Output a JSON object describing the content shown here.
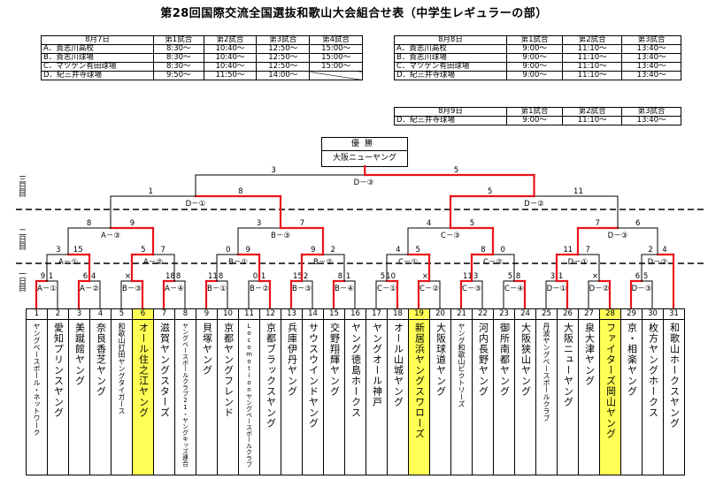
{
  "title": "第28回国際交流全国選抜和歌山大会組合せ表（中学生レギュラーの部）",
  "schedule_aug7": {
    "header": [
      "8月7日",
      "第1試合",
      "第2試合",
      "第3試合",
      "第4試合"
    ],
    "rows": [
      [
        "A．貴志川高校",
        "8:30～",
        "10:40～",
        "12:50～",
        "15:00～"
      ],
      [
        "B．貴志川球場",
        "8:30～",
        "10:40～",
        "12:50～",
        "15:00～"
      ],
      [
        "C．マツゲン有田球場",
        "8:30～",
        "10:40～",
        "12:50～",
        "15:00～"
      ],
      [
        "D．紀三井寺球場",
        "9:50～",
        "11:50～",
        "14:00～",
        ""
      ]
    ]
  },
  "schedule_aug8": {
    "header": [
      "8月8日",
      "第1試合",
      "第2試合",
      "第3試合"
    ],
    "rows": [
      [
        "A．貴志川高校",
        "9:00～",
        "11:10～",
        "13:40～"
      ],
      [
        "B．貴志川球場",
        "9:00～",
        "11:10～",
        "13:40～"
      ],
      [
        "C．マツゲン有田球場",
        "9:00～",
        "11:10～",
        "13:40～"
      ],
      [
        "D．紀三井寺球場",
        "9:00～",
        "11:10～",
        "13:40～"
      ]
    ]
  },
  "schedule_aug9": {
    "header": [
      "8月9日",
      "第1試合",
      "第2試合",
      "第3試合"
    ],
    "rows": [
      [
        "D．紀三井寺球場",
        "9:00～",
        "11:10～",
        "13:40～"
      ]
    ]
  },
  "champion": {
    "label": "優勝",
    "team": "大阪ニューヤング"
  },
  "day_labels": [
    "三日目",
    "二日目",
    "一日目"
  ],
  "teams": [
    {
      "num": "1",
      "name": "ヤングベースボール・ネットワーク"
    },
    {
      "num": "2",
      "name": "愛知プリンスヤング"
    },
    {
      "num": "3",
      "name": "美蹴館ヤング"
    },
    {
      "num": "4",
      "name": "奈良香芝ヤング"
    },
    {
      "num": "5",
      "name": "和歌山打田ヤングタイガース"
    },
    {
      "num": "6",
      "name": "オール住之江ヤング",
      "highlight": true
    },
    {
      "num": "7",
      "name": "滋賀ヤングスターズ"
    },
    {
      "num": "8",
      "name": "ヤングベースボールクラブ21・ヤングキッズ連合"
    },
    {
      "num": "9",
      "name": "貝塚ヤング"
    },
    {
      "num": "10",
      "name": "京都ヤングフレンド"
    },
    {
      "num": "11",
      "name": "Locomotionヤングベースボールクラブ"
    },
    {
      "num": "12",
      "name": "京都ブラックスヤング"
    },
    {
      "num": "13",
      "name": "兵庫伊丹ヤング"
    },
    {
      "num": "14",
      "name": "サウスウインドヤング"
    },
    {
      "num": "15",
      "name": "交野翔輝ヤング"
    },
    {
      "num": "16",
      "name": "ヤング徳島ホークス"
    },
    {
      "num": "17",
      "name": "ヤングオール神戸"
    },
    {
      "num": "18",
      "name": "オール山城ヤング"
    },
    {
      "num": "19",
      "name": "新居浜ヤングスワローズ",
      "highlight": true
    },
    {
      "num": "20",
      "name": "大阪球道ヤング"
    },
    {
      "num": "21",
      "name": "ヤング和歌山ビクトリーズ"
    },
    {
      "num": "22",
      "name": "河内長野ヤング"
    },
    {
      "num": "23",
      "name": "御所南都ヤング"
    },
    {
      "num": "24",
      "name": "大阪狭山ヤング"
    },
    {
      "num": "25",
      "name": "丹波ヤングベースボールクラブ"
    },
    {
      "num": "26",
      "name": "大阪ニューヤング"
    },
    {
      "num": "27",
      "name": "泉大津ヤング"
    },
    {
      "num": "28",
      "name": "ファイターズ岡山ヤング",
      "highlight": true
    },
    {
      "num": "29",
      "name": "京・相楽ヤング"
    },
    {
      "num": "30",
      "name": "枚方ヤングホークス"
    },
    {
      "num": "31",
      "name": "和歌山ホークスヤング"
    }
  ],
  "rounds": {
    "r1": [
      {
        "label": "A－①",
        "s1": "9",
        "s2": "1"
      },
      {
        "label": "A－②",
        "s1": "6",
        "s2": "4"
      },
      {
        "label": "B－③",
        "s1": "×",
        "s2": ""
      },
      {
        "label": "A－④",
        "s1": "18",
        "s2": "8"
      },
      {
        "label": "B－①",
        "s1": "11",
        "s2": "8"
      },
      {
        "label": "B－②",
        "s1": "0",
        "s2": "1"
      },
      {
        "label": "B－③",
        "s1": "15",
        "s2": "2"
      },
      {
        "label": "B－④",
        "s1": "8",
        "s2": "1"
      },
      {
        "label": "C－①",
        "s1": "5",
        "s2": "10"
      },
      {
        "label": "C－②",
        "s1": "×",
        "s2": ""
      },
      {
        "label": "C－③",
        "s1": "11",
        "s2": "3"
      },
      {
        "label": "C－④",
        "s1": "5",
        "s2": "8"
      },
      {
        "label": "D－①",
        "s1": "3",
        "s2": "1"
      },
      {
        "label": "D－②",
        "s1": "×",
        "s2": ""
      },
      {
        "label": "D－③",
        "s1": "6",
        "s2": "5"
      }
    ],
    "r2": [
      {
        "label": "A－①",
        "s1": "3",
        "s2": "15"
      },
      {
        "label": "A－②",
        "s1": "5",
        "s2": "7"
      },
      {
        "label": "B－①",
        "s1": "0",
        "s2": "9"
      },
      {
        "label": "B－②",
        "s1": "9",
        "s2": "2"
      },
      {
        "label": "C－①",
        "s1": "4",
        "s2": "5"
      },
      {
        "label": "C－②",
        "s1": "8",
        "s2": "0"
      },
      {
        "label": "D－①",
        "s1": "11",
        "s2": "7"
      },
      {
        "label": "D－②",
        "s1": "2",
        "s2": "4"
      }
    ],
    "r3": [
      {
        "label": "A－③",
        "s1": "8",
        "s2": "9"
      },
      {
        "label": "B－③",
        "s1": "3",
        "s2": "7"
      },
      {
        "label": "C－③",
        "s1": "4",
        "s2": "5"
      },
      {
        "label": "D－③",
        "s1": "7",
        "s2": "6"
      }
    ],
    "r4": [
      {
        "label": "D－①",
        "s1": "1",
        "s2": "8"
      },
      {
        "label": "D－②",
        "s1": "5",
        "s2": "11"
      }
    ],
    "final": {
      "label": "D－③",
      "s1": "3",
      "s2": "5"
    }
  }
}
